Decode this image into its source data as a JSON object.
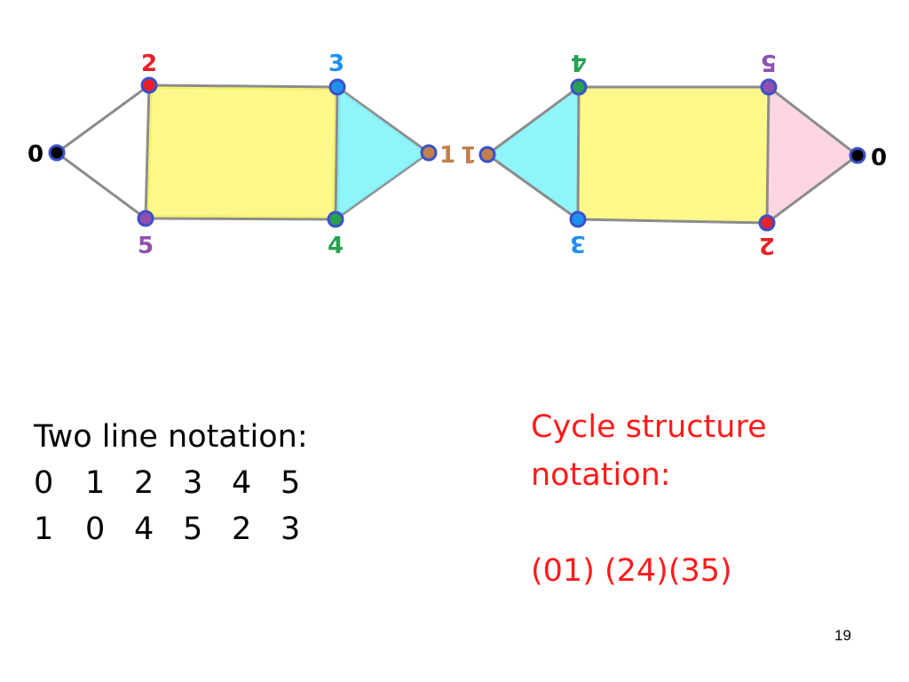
{
  "colors": {
    "edge": "#8c8c8c",
    "vertex_stroke": "#3b50c8",
    "fill_yellow": "#fdf88a",
    "fill_cyan": "#8ff5fa",
    "fill_pink": "#fdd6e6",
    "notation_red": "#ff1a1a"
  },
  "vertex_colors": {
    "0": "#000000",
    "1": "#c08050",
    "2": "#e8202a",
    "3": "#1e90f0",
    "4": "#28a050",
    "5": "#9050b0"
  },
  "graphs": [
    {
      "id": "original",
      "vertices": [
        {
          "label": "0",
          "color_key": "0"
        },
        {
          "label": "1",
          "color_key": "1"
        },
        {
          "label": "2",
          "color_key": "2"
        },
        {
          "label": "3",
          "color_key": "3"
        },
        {
          "label": "4",
          "color_key": "4"
        },
        {
          "label": "5",
          "color_key": "5"
        }
      ]
    },
    {
      "id": "mirrored",
      "vertices": [
        {
          "label": "0",
          "color_key": "0"
        },
        {
          "label": "1",
          "color_key": "1"
        },
        {
          "label": "2",
          "color_key": "2"
        },
        {
          "label": "3",
          "color_key": "3"
        },
        {
          "label": "4",
          "color_key": "4"
        },
        {
          "label": "5",
          "color_key": "5"
        }
      ]
    }
  ],
  "two_line": {
    "title": "Two line notation:",
    "row1": [
      "0",
      "1",
      "2",
      "3",
      "4",
      "5"
    ],
    "row2": [
      "1",
      "0",
      "4",
      "5",
      "2",
      "3"
    ]
  },
  "cycle": {
    "title_line1": "Cycle structure",
    "title_line2": "notation:",
    "value": "(01) (24)(35)"
  },
  "page_number": "19"
}
